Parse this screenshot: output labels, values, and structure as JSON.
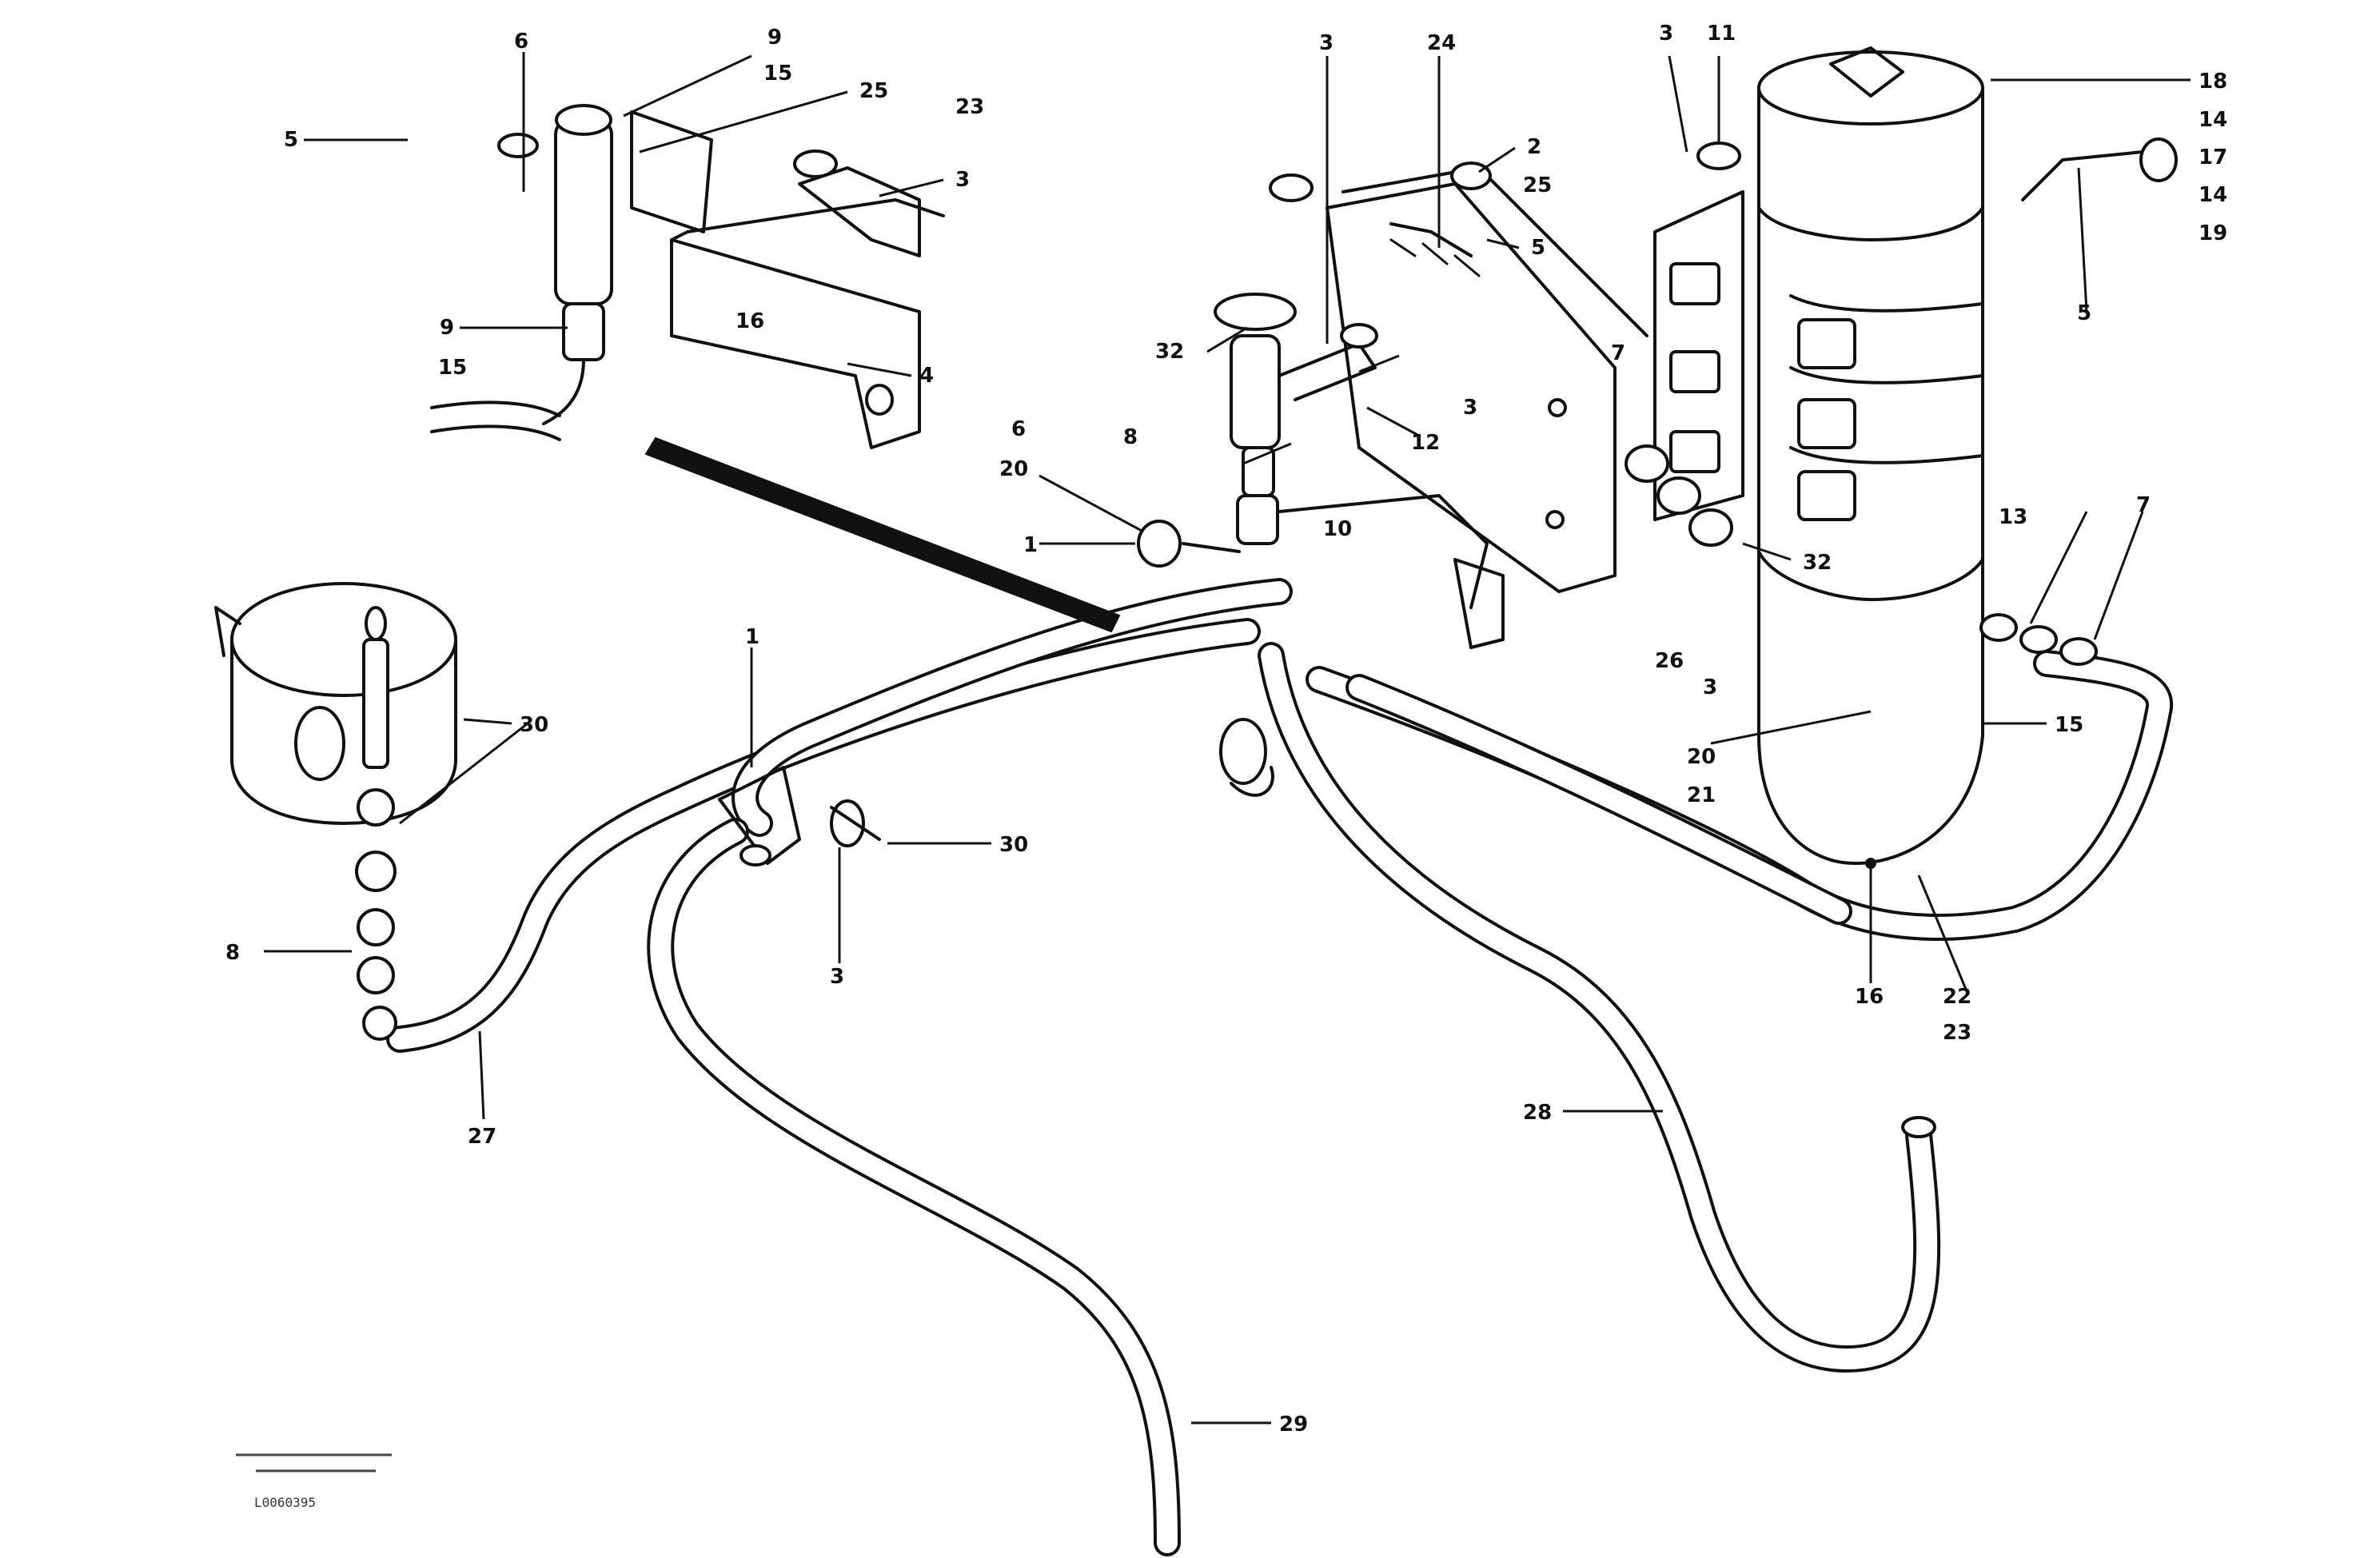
{
  "callouts": {
    "c01": "6",
    "c02": "9",
    "c03": "15",
    "c04": "5",
    "c05": "25",
    "c06": "23",
    "c07": "3",
    "c08": "9",
    "c09": "15",
    "c10": "16",
    "c11": "4",
    "c12": "3",
    "c13": "24",
    "c14": "2",
    "c15": "25",
    "c16": "5",
    "c17": "3",
    "c18": "11",
    "c19": "18",
    "c20": "14",
    "c21": "17",
    "c22": "14",
    "c23": "19",
    "c24": "5",
    "c25": "32",
    "c26": "3",
    "c27": "12",
    "c28": "6",
    "c29": "8",
    "c30": "20",
    "c31": "1",
    "c32": "10",
    "c33": "7",
    "c34": "32",
    "c35": "26",
    "c36": "3",
    "c37": "13",
    "c38": "7",
    "c39": "15",
    "c40": "20",
    "c41": "21",
    "c42": "16",
    "c43": "22",
    "c44": "23",
    "c45": "30",
    "c46": "8",
    "c47": "27",
    "c48": "1",
    "c49": "30",
    "c50": "3",
    "c51": "29",
    "c52": "28"
  },
  "footer": {
    "line1": "",
    "code": "L0060395"
  }
}
